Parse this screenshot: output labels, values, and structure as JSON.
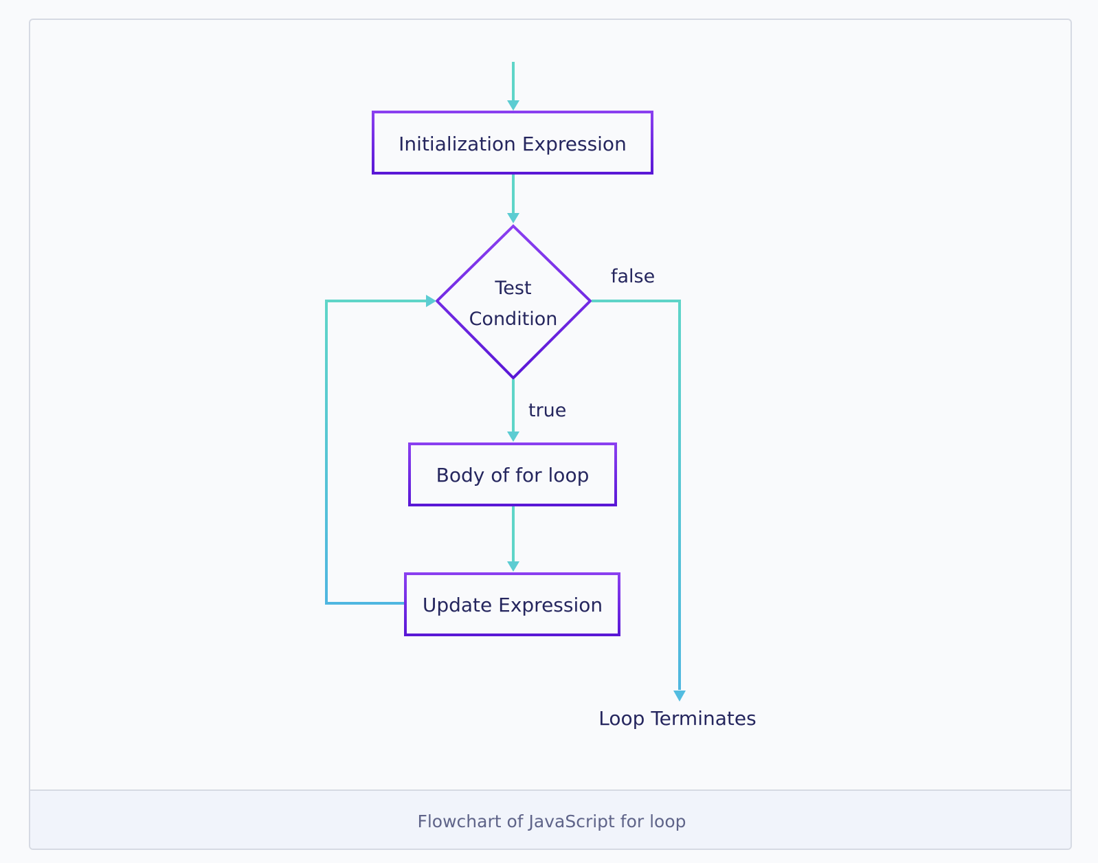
{
  "diagram": {
    "nodes": {
      "init": "Initialization Expression",
      "test_line1": "Test",
      "test_line2": "Condition",
      "body": "Body of for loop",
      "update": "Update Expression",
      "terminate": "Loop Terminates"
    },
    "edge_labels": {
      "false": "false",
      "true": "true"
    },
    "colors": {
      "box_stroke_top": "#8a3ff0",
      "box_stroke_bottom": "#5a17d6",
      "arrow_top": "#5fd5c8",
      "arrow_bottom": "#4fb6e0",
      "text": "#25265e"
    }
  },
  "caption": "Flowchart of JavaScript for loop"
}
